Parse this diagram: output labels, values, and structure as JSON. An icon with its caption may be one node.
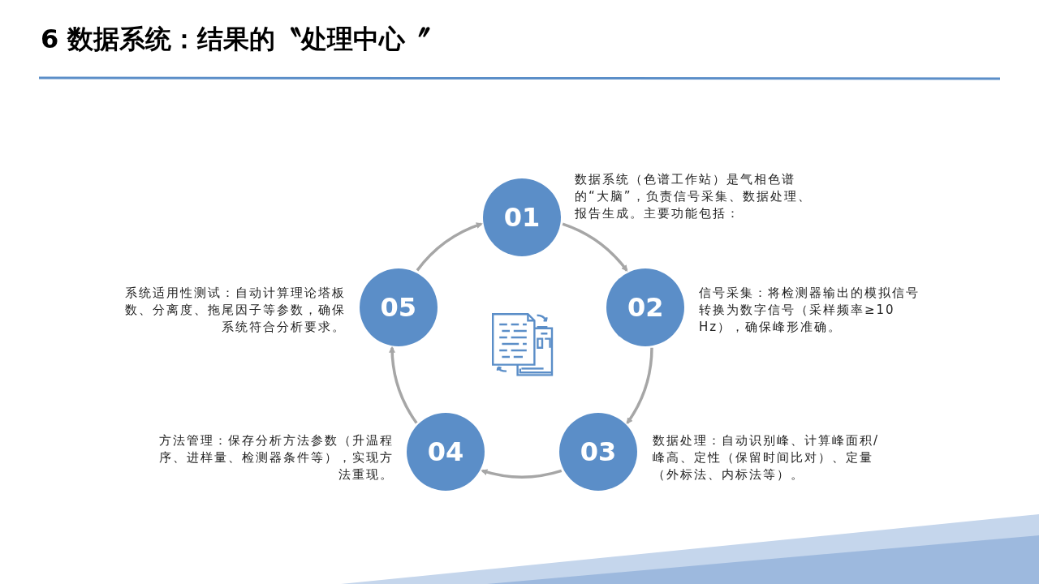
{
  "diagram": {
    "title": "6  数据系统：结果的〝处理中心〞",
    "nodes": [
      {
        "text": [
          "01"
        ],
        "beside": [
          "数据系统（色谱工作站）是气相色谱的“大脑”，负责信号采集、数据处理、报告生成。主要功能包括："
        ]
      },
      {
        "text": [
          "02"
        ],
        "beside": [
          "信号采集：将检测器输出的模拟信号转换为数字信号（采样频率≥10 Hz），确保峰形准确。"
        ]
      },
      {
        "text": [
          "03"
        ],
        "beside": [
          "数据处理：自动识别峰、计算峰面积/峰高、定性（保留时间比对）、定量（外标法、内标法等）。"
        ]
      },
      {
        "text": [
          "04"
        ],
        "beside": [
          "方法管理：保存分析方法参数（升温程序、进样量、检测器条件等），实现方法重现。"
        ]
      },
      {
        "text": [
          "05"
        ],
        "beside": [
          "系统适用性测试：自动计算理论塔板数、分离度、拖尾因子等参数，确保系统符合分析要求。"
        ]
      }
    ],
    "edges": [
      {
        "from": 0,
        "to": 1,
        "arrow": "to"
      },
      {
        "from": 1,
        "to": 2,
        "arrow": "to"
      },
      {
        "from": 2,
        "to": 3,
        "arrow": "to"
      },
      {
        "from": 3,
        "to": 4,
        "arrow": "to"
      },
      {
        "from": 4,
        "to": 0,
        "arrow": "to"
      }
    ]
  }
}
